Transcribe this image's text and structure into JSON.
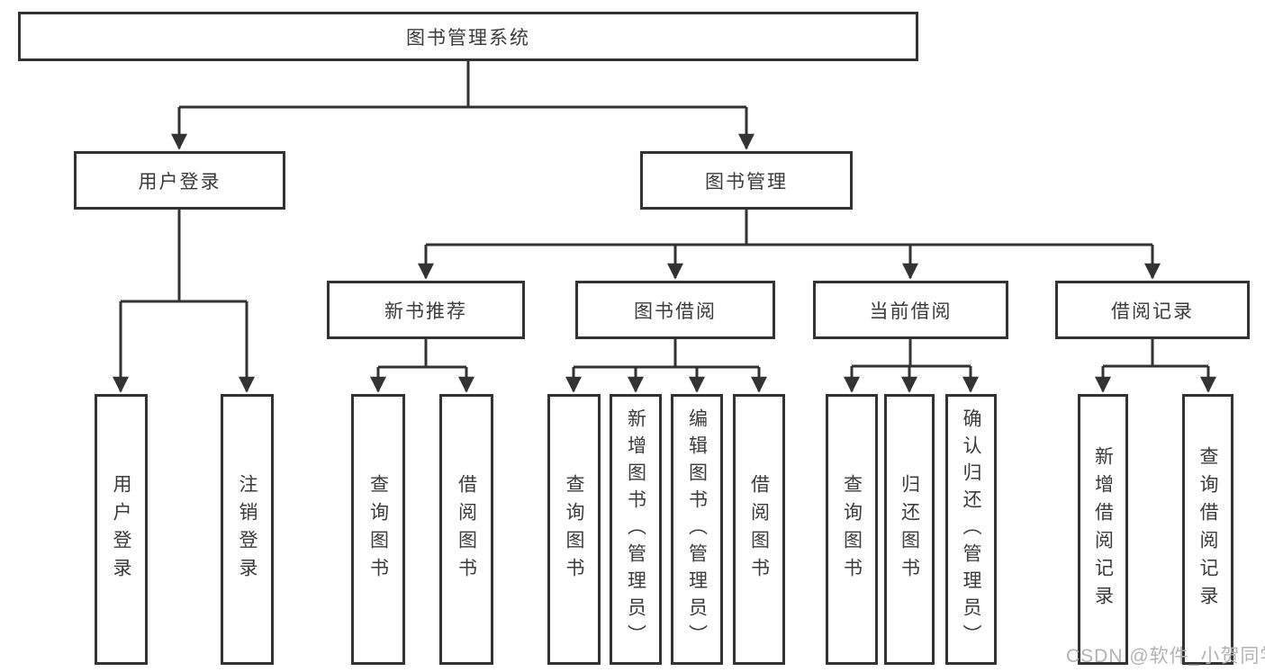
{
  "diagram": {
    "type": "hierarchy-tree",
    "root": {
      "label": "图书管理系统",
      "children": [
        {
          "label": "用户登录",
          "children": [
            {
              "label": "用户登录"
            },
            {
              "label": "注销登录"
            }
          ]
        },
        {
          "label": "图书管理",
          "children": [
            {
              "label": "新书推荐",
              "children": [
                {
                  "label": "查询图书"
                },
                {
                  "label": "借阅图书"
                }
              ]
            },
            {
              "label": "图书借阅",
              "children": [
                {
                  "label": "查询图书"
                },
                {
                  "label": "新增图书（管理员）"
                },
                {
                  "label": "编辑图书（管理员）"
                },
                {
                  "label": "借阅图书"
                }
              ]
            },
            {
              "label": "当前借阅",
              "children": [
                {
                  "label": "查询图书"
                },
                {
                  "label": "归还图书"
                },
                {
                  "label": "确认归还（管理员）"
                }
              ]
            },
            {
              "label": "借阅记录",
              "children": [
                {
                  "label": "新增借阅记录"
                },
                {
                  "label": "查询借阅记录"
                }
              ]
            }
          ]
        }
      ]
    }
  },
  "watermark": {
    "text": "CSDN @软件_小贺同学",
    "color": "#b3b3b3"
  },
  "colors": {
    "line": "#333333",
    "box_border": "#333333",
    "text": "#3b3b3b",
    "background": "#ffffff"
  }
}
